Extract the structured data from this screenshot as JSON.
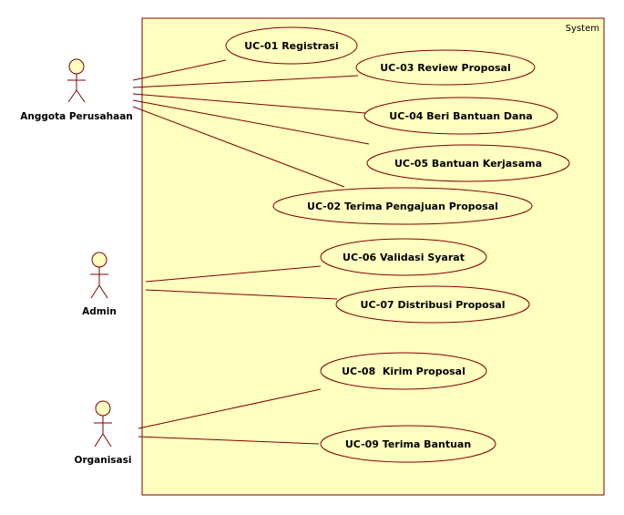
{
  "colors": {
    "system_fill": "#ffffc0",
    "stroke": "#800000",
    "text": "#000000"
  },
  "system": {
    "label": "System"
  },
  "actors": [
    {
      "label": "Anggota Perusahaan"
    },
    {
      "label": "Admin"
    },
    {
      "label": "Organisasi"
    }
  ],
  "use_cases": [
    {
      "label": "UC-01 Registrasi"
    },
    {
      "label": "UC-03 Review Proposal"
    },
    {
      "label": "UC-04 Beri Bantuan Dana"
    },
    {
      "label": "UC-05 Bantuan Kerjasama"
    },
    {
      "label": "UC-02 Terima Pengajuan Proposal"
    },
    {
      "label": "UC-06 Validasi Syarat"
    },
    {
      "label": "UC-07 Distribusi Proposal"
    },
    {
      "label": "UC-08  Kirim Proposal"
    },
    {
      "label": "UC-09 Terima Bantuan"
    }
  ]
}
